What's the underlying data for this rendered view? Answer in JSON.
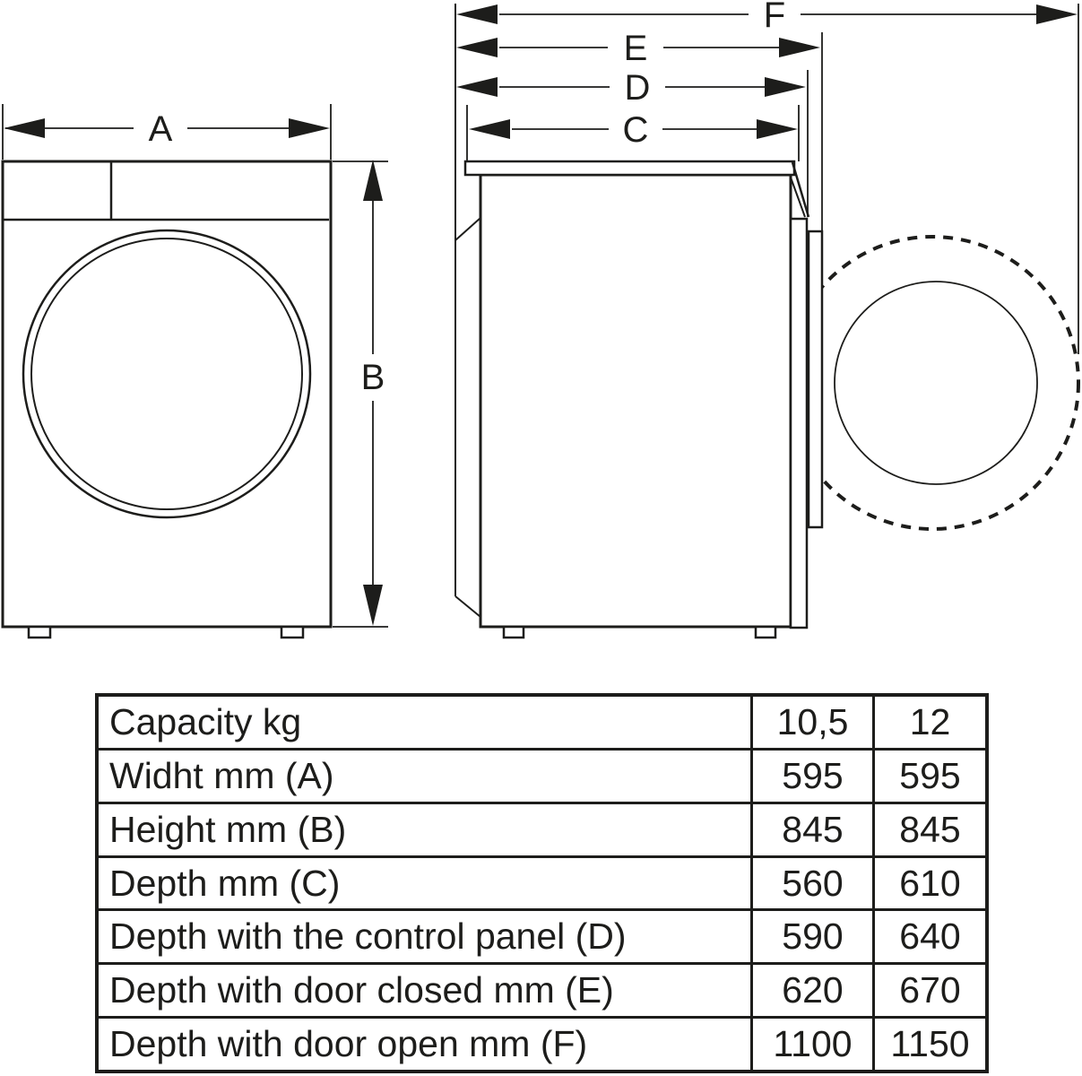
{
  "diagram": {
    "labels": {
      "width": "A",
      "height": "B",
      "depth": "C",
      "depth_control_panel": "D",
      "depth_door_closed": "E",
      "depth_door_open": "F"
    }
  },
  "table": {
    "rows": [
      {
        "label": "Capacity kg",
        "v1": "10,5",
        "v2": "12"
      },
      {
        "label": "Widht mm (A)",
        "v1": "595",
        "v2": "595"
      },
      {
        "label": "Height mm (B)",
        "v1": "845",
        "v2": "845"
      },
      {
        "label": "Depth mm (C)",
        "v1": "560",
        "v2": "610"
      },
      {
        "label": "Depth with the control panel (D)",
        "v1": "590",
        "v2": "640"
      },
      {
        "label": "Depth with door closed mm (E)",
        "v1": "620",
        "v2": "670"
      },
      {
        "label": "Depth with door open mm (F)",
        "v1": "1100",
        "v2": "1150"
      }
    ]
  },
  "colors": {
    "line": "#1d1d1b",
    "background": "#ffffff"
  }
}
